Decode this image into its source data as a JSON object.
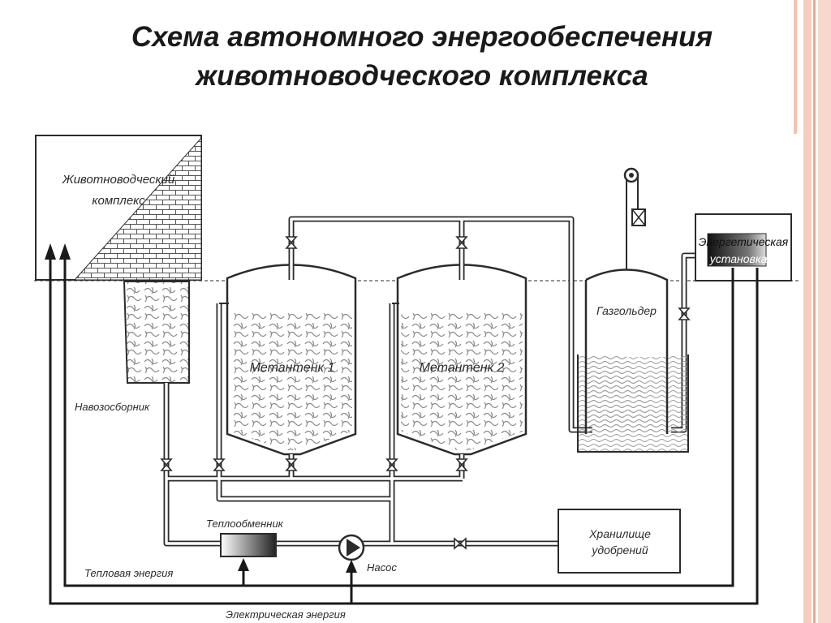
{
  "title": {
    "line1": "Схема автономного энергообеспечения",
    "line2": "животноводческого комплекса"
  },
  "labels": {
    "complex_line1": "Животноводческий",
    "complex_line2": "комплекс",
    "manure_collector": "Навозосборник",
    "tank1": "Метантенк 1",
    "tank2": "Метантенк 2",
    "gasholder": "Газгольдер",
    "power_unit_line1": "Энергетическая",
    "power_unit_line2": "установка",
    "heat_exchanger": "Теплообменник",
    "pump": "Насос",
    "fertilizer_line1": "Хранилище",
    "fertilizer_line2": "удобрений",
    "heat_energy": "Тепловая энергия",
    "electric_energy": "Электрическая энергия"
  },
  "colors": {
    "line": "#2b2b2b",
    "frame_accent": "#f3c3ae"
  }
}
